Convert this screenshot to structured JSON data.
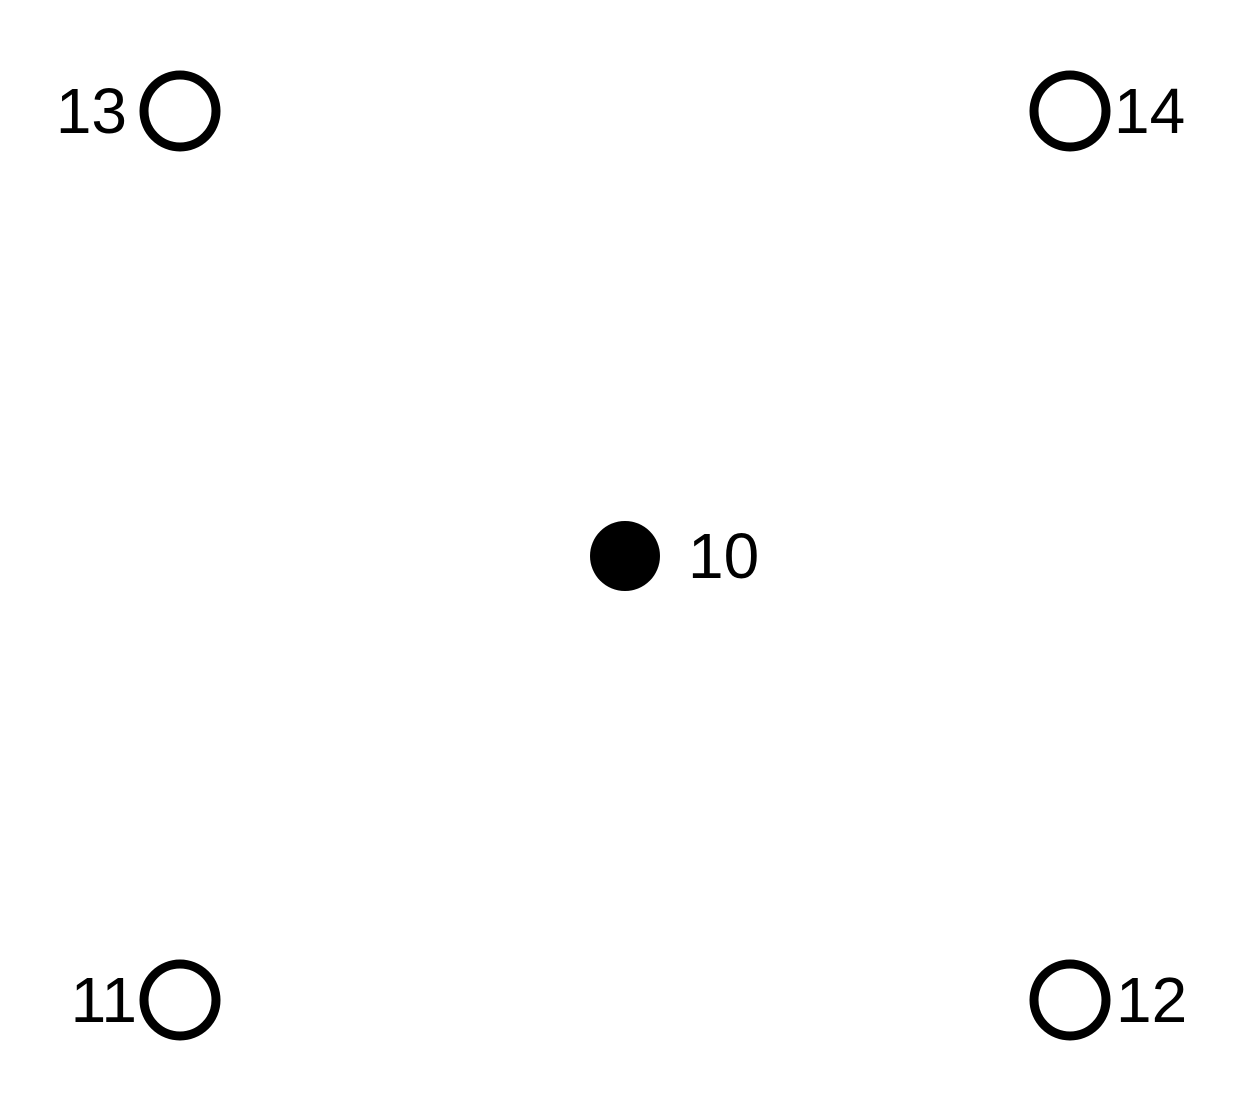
{
  "diagram": {
    "background": "#ffffff",
    "stroke_color": "#000000",
    "nodes": [
      {
        "id": "node-10",
        "label": "10",
        "style": "filled"
      },
      {
        "id": "node-11",
        "label": "11",
        "style": "hollow"
      },
      {
        "id": "node-12",
        "label": "12",
        "style": "hollow"
      },
      {
        "id": "node-13",
        "label": "13",
        "style": "hollow"
      },
      {
        "id": "node-14",
        "label": "14",
        "style": "hollow"
      }
    ]
  }
}
